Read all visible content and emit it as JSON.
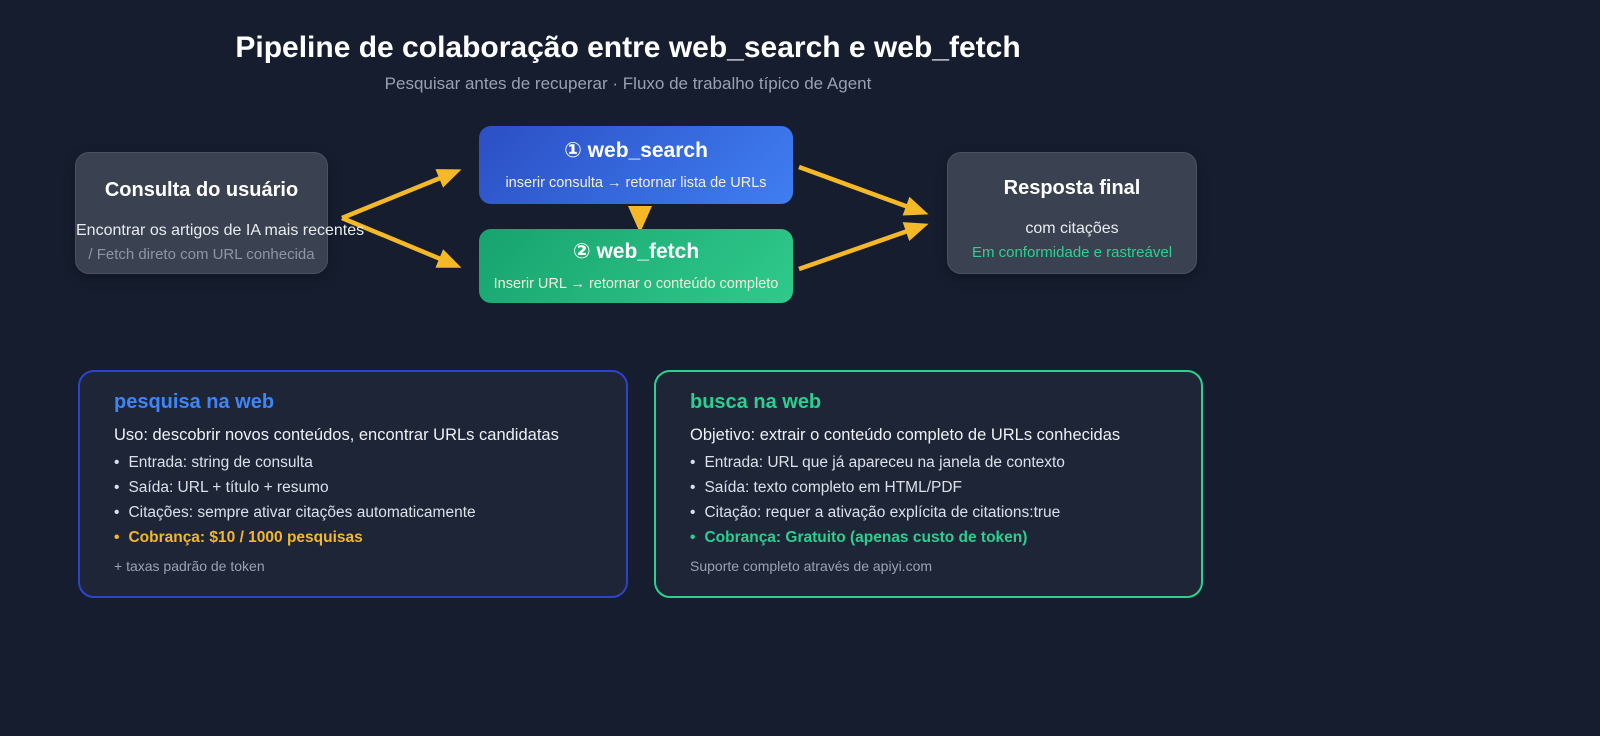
{
  "header": {
    "title": "Pipeline de colaboração entre web_search e web_fetch",
    "subtitle": "Pesquisar antes de recuperar · Fluxo de trabalho típico de Agent"
  },
  "flow": {
    "user_node": {
      "title": "Consulta do usuário",
      "line1": "Encontrar os artigos de IA mais recentes",
      "line2": "/ Fetch direto com URL conhecida"
    },
    "search_node": {
      "title": "① web_search",
      "subtitle": "inserir consulta → retornar lista de URLs"
    },
    "fetch_node": {
      "title": "② web_fetch",
      "subtitle": "Inserir URL → retornar o conteúdo completo"
    },
    "final_node": {
      "title": "Resposta final",
      "line1": "com citações",
      "line2": "Em conformidade e rastreável"
    }
  },
  "cards": {
    "search": {
      "title": "pesquisa na web",
      "usage": "Uso: descobrir novos conteúdos, encontrar URLs candidatas",
      "bullets": [
        "Entrada: string de consulta",
        "Saída: URL + título + resumo",
        "Citações: sempre ativar citações automaticamente"
      ],
      "highlight": "Cobrança: $10 / 1000 pesquisas",
      "note": "+ taxas padrão de token"
    },
    "fetch": {
      "title": "busca na web",
      "usage": "Objetivo: extrair o conteúdo completo de URLs conhecidas",
      "bullets": [
        "Entrada: URL que já apareceu na janela de contexto",
        "Saída: texto completo em HTML/PDF",
        "Citação: requer a ativação explícita de citations:true"
      ],
      "highlight": "Cobrança: Gratuito (apenas custo de token)",
      "note": "Suporte completo através de apiyi.com"
    }
  },
  "glyphs": {
    "bullet": "•"
  },
  "colors": {
    "background": "#161d2e",
    "node_slate": "#3a4251",
    "search_gradient_start": "#2c4fc4",
    "search_gradient_end": "#3f7ef2",
    "fetch_gradient_start": "#17a36e",
    "fetch_gradient_end": "#30ca8c",
    "arrow_amber": "#f5b827",
    "card_border_blue": "#2c43cb",
    "card_border_green": "#2ad28d",
    "accent_blue": "#3e86f6",
    "accent_green": "#2bcf8e",
    "highlight_amber": "#f4b62e",
    "muted_gray": "#9aa2b2"
  }
}
